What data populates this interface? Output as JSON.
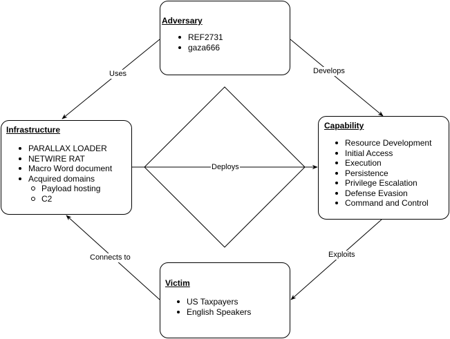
{
  "diagram": {
    "nodes": {
      "adversary": {
        "title": "Adversary",
        "items": [
          "REF2731",
          "gaza666"
        ]
      },
      "infrastructure": {
        "title": "Infrastructure",
        "items": [
          {
            "label": "PARALLAX LOADER"
          },
          {
            "label": "NETWIRE RAT"
          },
          {
            "label": "Macro Word document"
          },
          {
            "label": "Acquired domains",
            "children": [
              "Payload hosting",
              "C2"
            ]
          }
        ]
      },
      "capability": {
        "title": "Capability",
        "items": [
          "Resource Development",
          "Initial Access",
          "Execution",
          "Persistence",
          "Privilege Escalation",
          "Defense Evasion",
          "Command and Control"
        ]
      },
      "victim": {
        "title": "Victim",
        "items": [
          "US Taxpayers",
          "English Speakers"
        ]
      }
    },
    "edges": [
      {
        "from": "adversary",
        "to": "infrastructure",
        "label": "Uses"
      },
      {
        "from": "adversary",
        "to": "capability",
        "label": "Develops"
      },
      {
        "from": "infrastructure",
        "to": "capability",
        "label": "Deploys"
      },
      {
        "from": "capability",
        "to": "victim",
        "label": "Exploits"
      },
      {
        "from": "victim",
        "to": "infrastructure",
        "label": "Connects to"
      }
    ]
  }
}
